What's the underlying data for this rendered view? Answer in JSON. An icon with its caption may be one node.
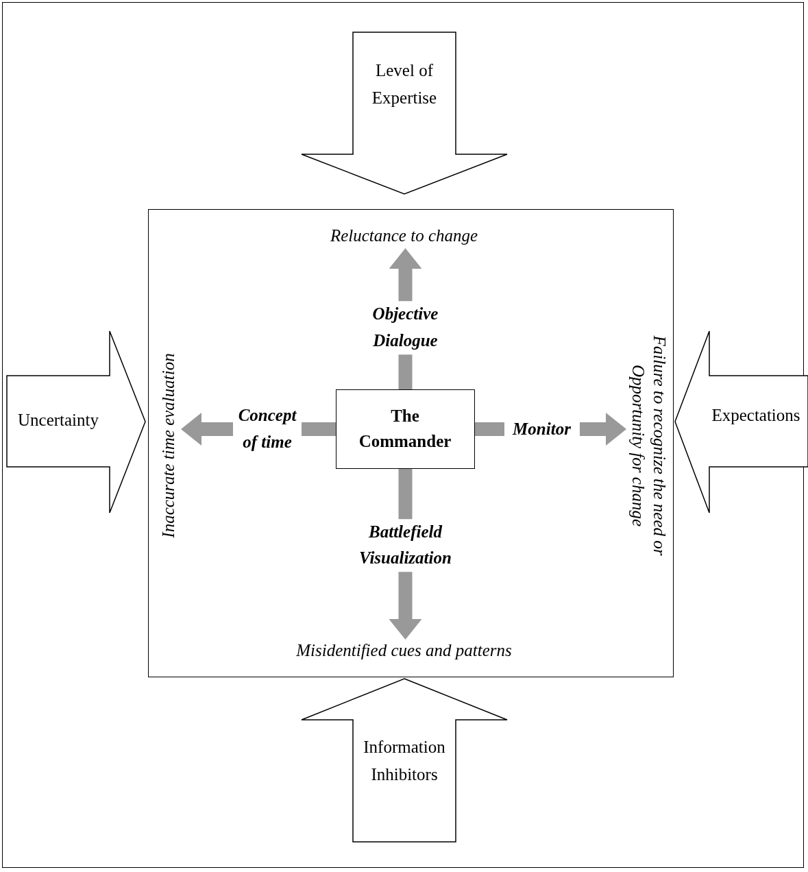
{
  "diagram": {
    "nodes": [
      {
        "text": [
          "Level of Expertise"
        ]
      },
      {
        "text": [],
        "shape": "box"
      },
      {
        "text": [
          "Reluctance to change"
        ],
        "in": 1
      },
      {
        "text": [
          "Inaccurate time evaluation"
        ],
        "in": 1
      },
      {
        "text": [
          "The Commander"
        ],
        "in": 1
      },
      {
        "text": [
          "Failure to recognize the need or Opportunity for change"
        ],
        "in": 1
      },
      {
        "text": [
          "Misidentified cues and patterns"
        ],
        "in": 1
      },
      {
        "text": [
          "Uncertainty"
        ]
      },
      {
        "text": [
          "Expectations"
        ]
      },
      {
        "text": [
          "Information Inhibitors"
        ]
      }
    ],
    "edges": [
      {
        "from": 4,
        "to": 2,
        "arrow": "to",
        "label": "Objective Dialogue"
      },
      {
        "from": 4,
        "to": 3,
        "arrow": "to",
        "label": "Concept of time"
      },
      {
        "from": 4,
        "to": 5,
        "arrow": "to",
        "label": "Monitor"
      },
      {
        "from": 4,
        "to": 6,
        "arrow": "to",
        "label": "Battlefield Visualization"
      }
    ]
  }
}
